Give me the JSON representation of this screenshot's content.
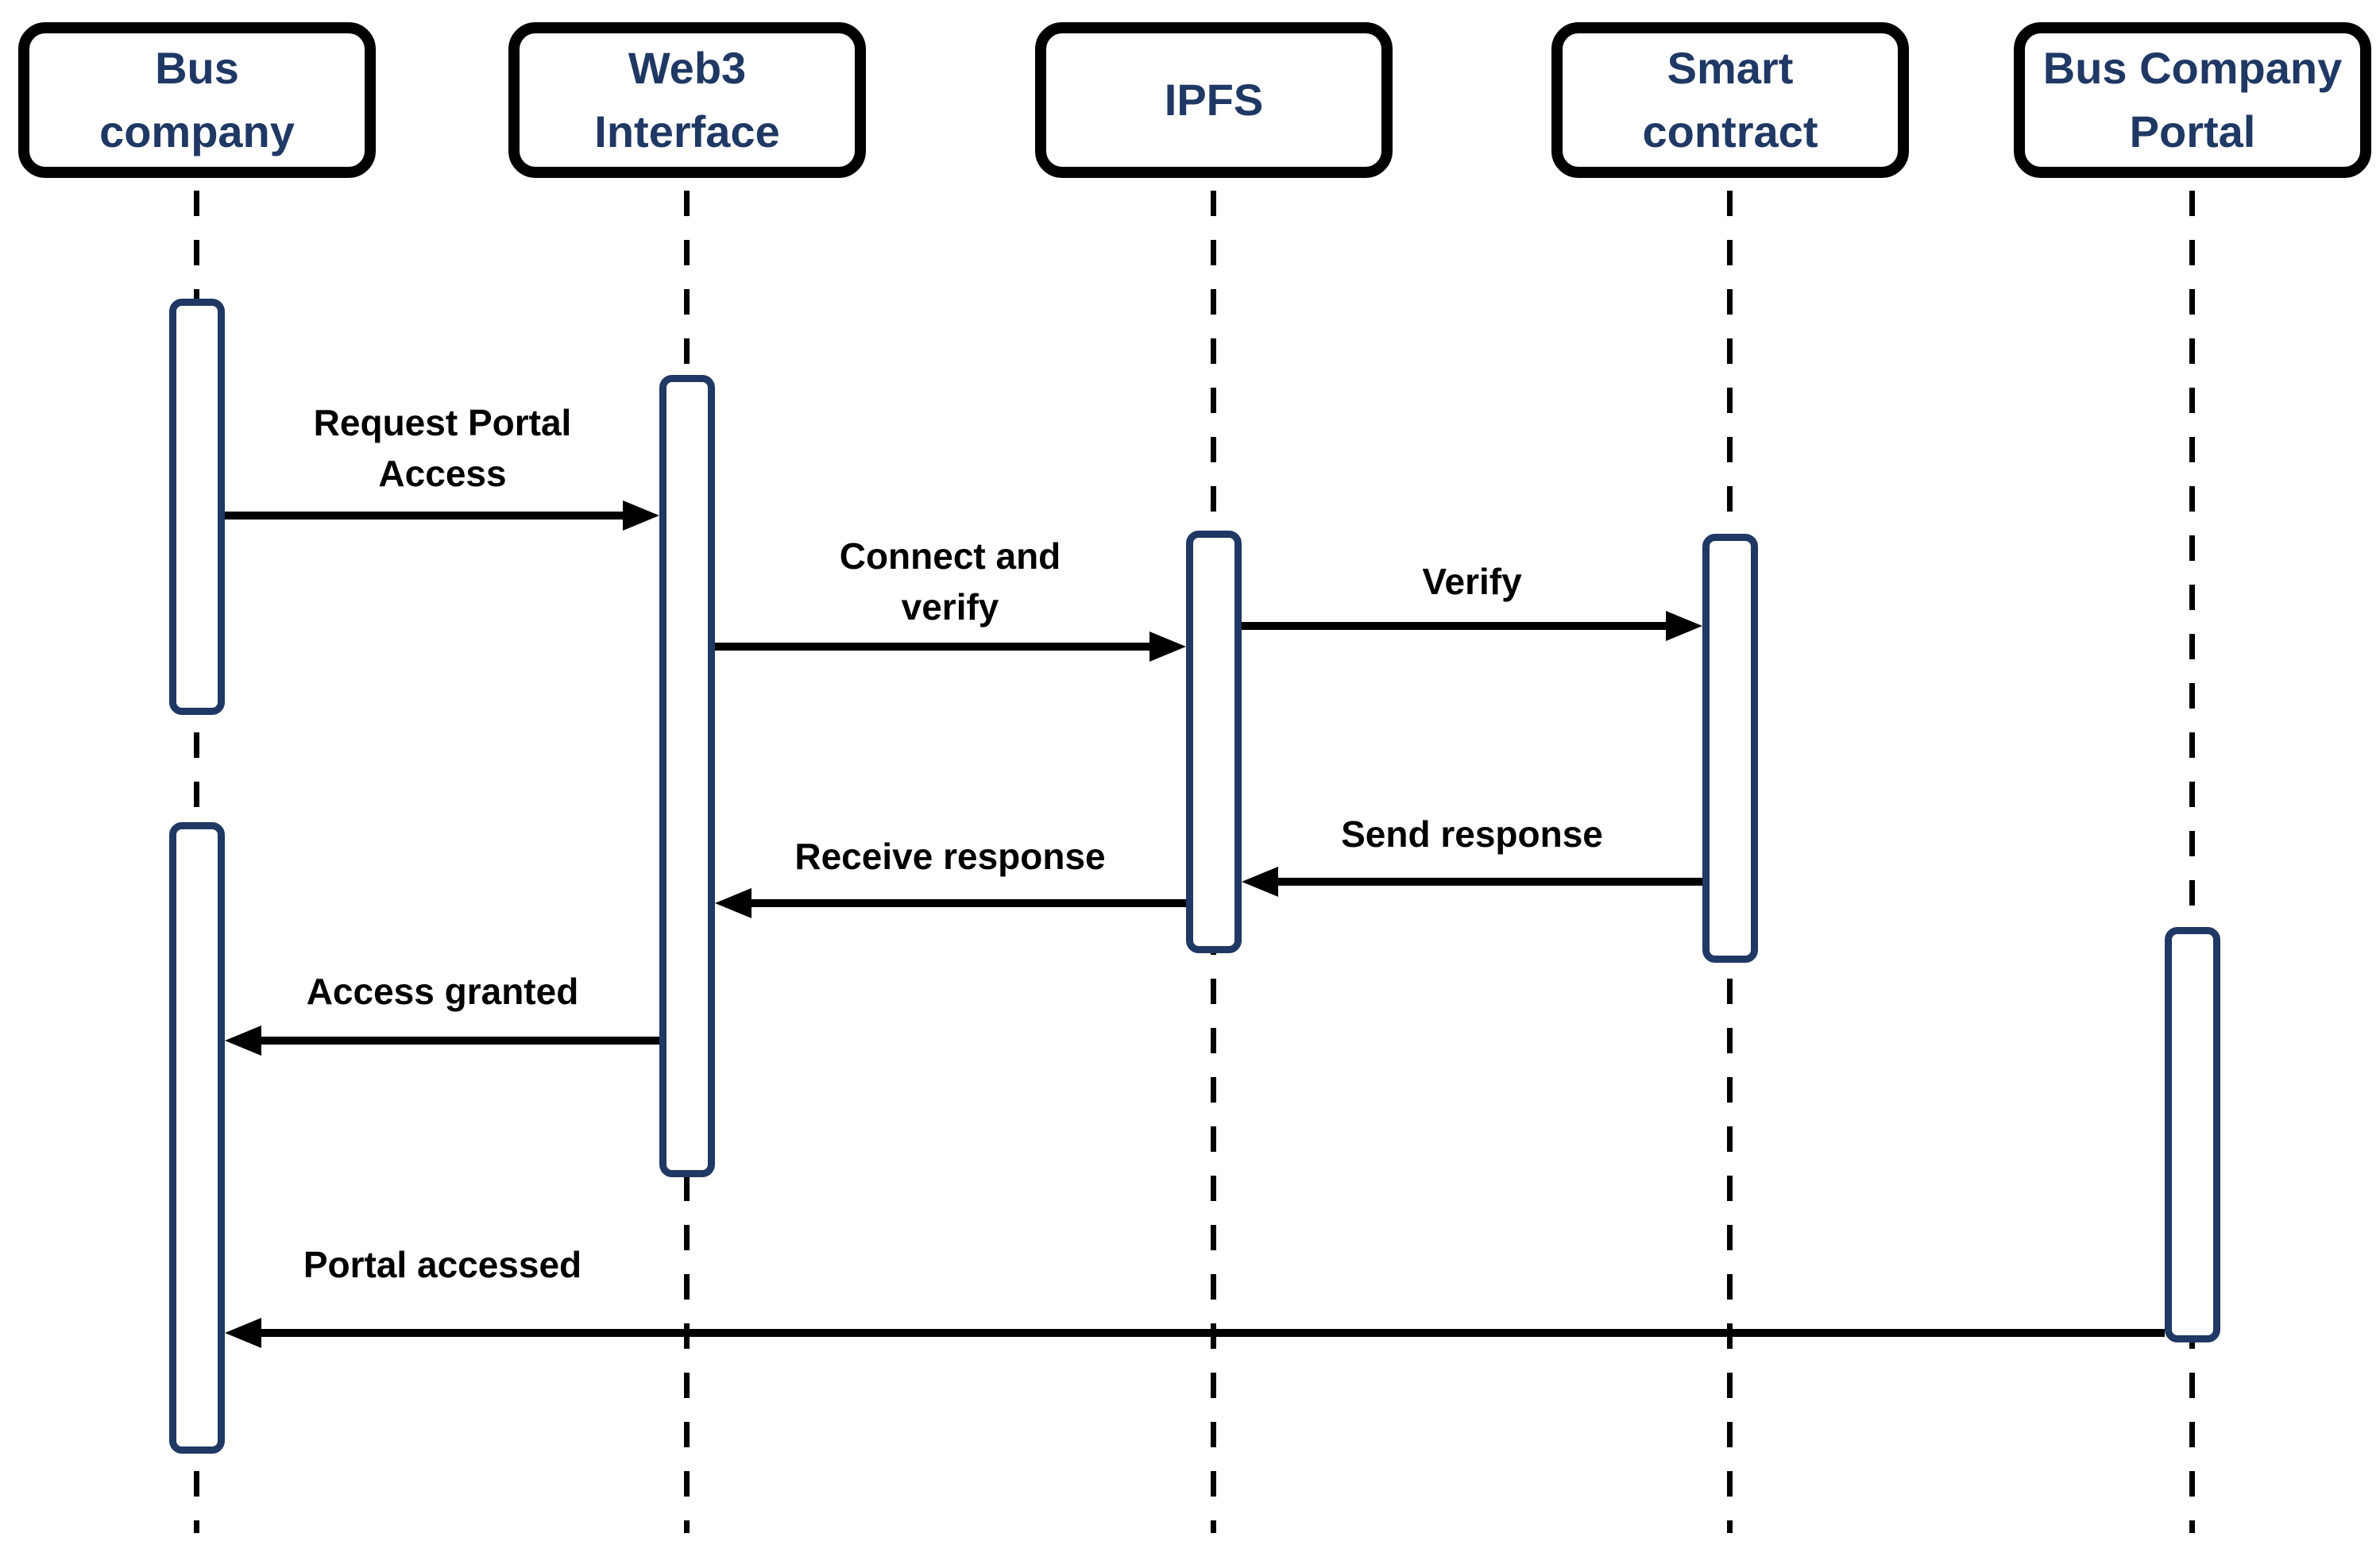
{
  "diagram": {
    "type": "sequence-diagram",
    "colors": {
      "actor_box_border": "#000000",
      "actor_text": "#1f3864",
      "activation_border": "#1f3864",
      "activation_fill": "#ffffff",
      "lifeline": "#000000",
      "arrow": "#000000",
      "message_text": "#000000",
      "background": "#ffffff"
    },
    "actors": [
      {
        "label": "Bus company",
        "lines": [
          "Bus",
          "company"
        ]
      },
      {
        "label": "Web3 Interface",
        "lines": [
          "Web3",
          "Interface"
        ]
      },
      {
        "label": "IPFS",
        "lines": [
          "IPFS"
        ]
      },
      {
        "label": "Smart contract",
        "lines": [
          "Smart",
          "contract"
        ]
      },
      {
        "label": "Bus Company Portal",
        "lines": [
          "Bus Company",
          "Portal"
        ]
      }
    ],
    "messages": [
      {
        "label": "Request Portal Access",
        "lines": [
          "Request Portal",
          "Access"
        ],
        "from": "Bus company",
        "to": "Web3 Interface",
        "direction": "right"
      },
      {
        "label": "Connect and verify",
        "lines": [
          "Connect and",
          "verify"
        ],
        "from": "Web3 Interface",
        "to": "IPFS",
        "direction": "right"
      },
      {
        "label": "Verify",
        "lines": [
          "Verify"
        ],
        "from": "IPFS",
        "to": "Smart contract",
        "direction": "right"
      },
      {
        "label": "Send response",
        "lines": [
          "Send response"
        ],
        "from": "Smart contract",
        "to": "IPFS",
        "direction": "left"
      },
      {
        "label": "Receive response",
        "lines": [
          "Receive response"
        ],
        "from": "IPFS",
        "to": "Web3 Interface",
        "direction": "left"
      },
      {
        "label": "Access granted",
        "lines": [
          "Access granted"
        ],
        "from": "Web3 Interface",
        "to": "Bus company",
        "direction": "left"
      },
      {
        "label": "Portal accessed",
        "lines": [
          "Portal accessed"
        ],
        "from": "Bus Company Portal",
        "to": "Bus company",
        "direction": "left"
      }
    ]
  }
}
